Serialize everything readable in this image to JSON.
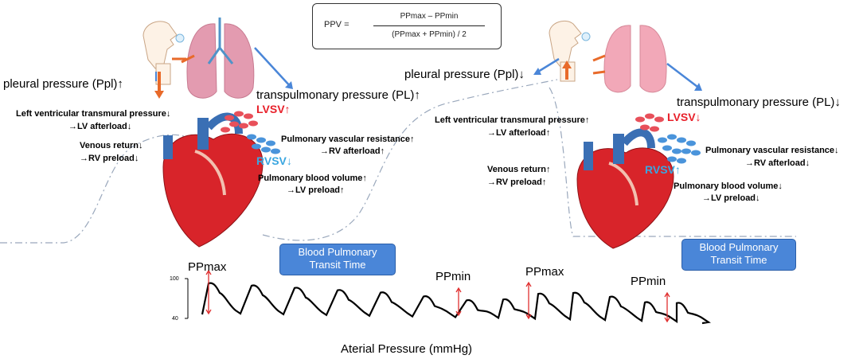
{
  "formula": {
    "lhs": "PPV =",
    "numerator": "PPmax – PPmin",
    "denominator": "(PPmax + PPmin) / 2"
  },
  "inspiration": {
    "pleural": "pleural pressure (Ppl)↑",
    "transpulmonary": "transpulmonary pressure (PL)↑",
    "lvsv": "LVSV↑",
    "rvsv": "RVSV↓",
    "lv_transmural_1": "Left ventricular transmural pressure↓",
    "lv_transmural_2": "→LV afterload↓",
    "venous_1": "Venous return↓",
    "venous_2": "→RV preload↓",
    "pvr_1": "Pulmonary vascular resistance↑",
    "pvr_2": "→RV afterload↑",
    "pbv_1": "Pulmonary blood volume↑",
    "pbv_2": "→LV preload↑"
  },
  "expiration": {
    "pleural": "pleural pressure (Ppl)↓",
    "transpulmonary": "transpulmonary pressure (PL)↓",
    "lvsv": "LVSV↓",
    "rvsv": "RVSV↑",
    "lv_transmural_1": "Left ventricular transmural pressure↑",
    "lv_transmural_2": "→LV afterload↑",
    "venous_1": "Venous return↑",
    "venous_2": "→RV preload↑",
    "pvr_1": "Pulmonary vascular resistance↓",
    "pvr_2": "→RV afterload↓",
    "pbv_1": "Pulmonary blood volume↓",
    "pbv_2": "→LV preload↓"
  },
  "transit_time": {
    "line1": "Blood Pulmonary",
    "line2": "Transit Time"
  },
  "waveform": {
    "ppmax_1": "PPmax",
    "ppmin_1": "PPmin",
    "ppmax_2": "PPmax",
    "ppmin_2": "PPmin",
    "y_top": "100",
    "y_bottom": "40",
    "caption": "Aterial Pressure (mmHg)"
  },
  "colors": {
    "lvsv_red": "#e8202a",
    "rvsv_blue": "#3aa6e0",
    "box_blue": "#4a86d8",
    "arrow_blue": "#4a86d8",
    "arrow_red": "#e03030",
    "heart_red": "#d8242a",
    "lung_pink": "#f0a8b8"
  }
}
